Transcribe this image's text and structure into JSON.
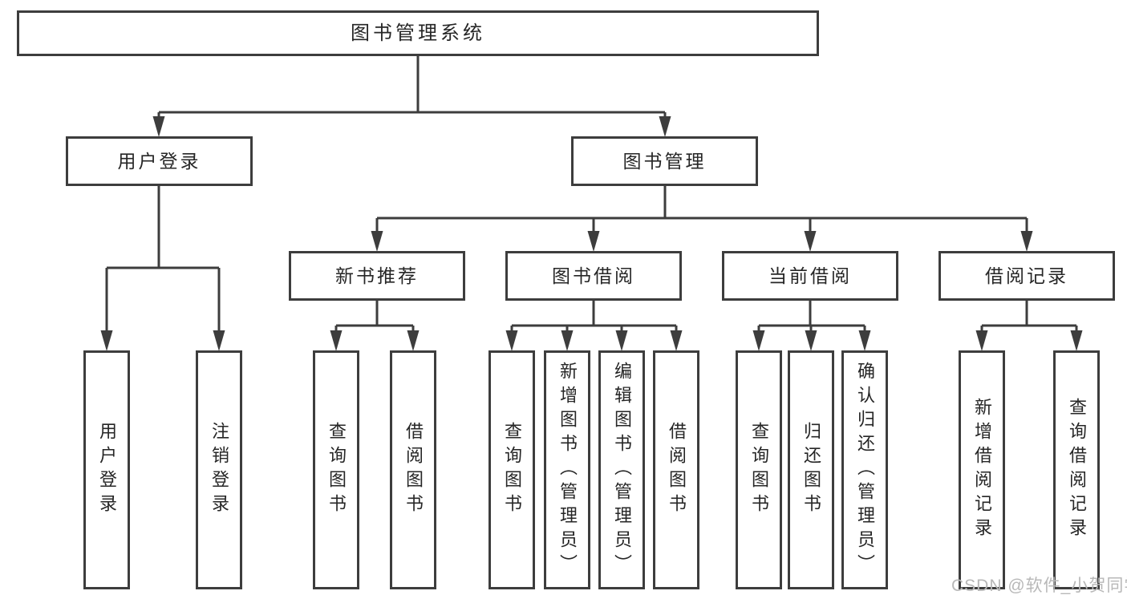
{
  "diagram": {
    "root": {
      "label": "图书管理系统"
    },
    "branches": [
      {
        "label": "用户登录"
      },
      {
        "label": "图书管理"
      }
    ],
    "modules": [
      {
        "label": "新书推荐"
      },
      {
        "label": "图书借阅"
      },
      {
        "label": "当前借阅"
      },
      {
        "label": "借阅记录"
      }
    ],
    "leaves": [
      {
        "label": "用户登录"
      },
      {
        "label": "注销登录"
      },
      {
        "label": "查询图书"
      },
      {
        "label": "借阅图书"
      },
      {
        "label": "查询图书"
      },
      {
        "label": "新增图书（管理员）"
      },
      {
        "label": "编辑图书（管理员）"
      },
      {
        "label": "借阅图书"
      },
      {
        "label": "查询图书"
      },
      {
        "label": "归还图书"
      },
      {
        "label": "确认归还（管理员）"
      },
      {
        "label": "新增借阅记录"
      },
      {
        "label": "查询借阅记录"
      }
    ],
    "colors": {
      "line": "#3d3d3d",
      "text": "#262626",
      "background": "#ffffff",
      "watermark": "#b8b8b8"
    }
  },
  "watermark": {
    "label": "CSDN @软件_小贺同学"
  }
}
